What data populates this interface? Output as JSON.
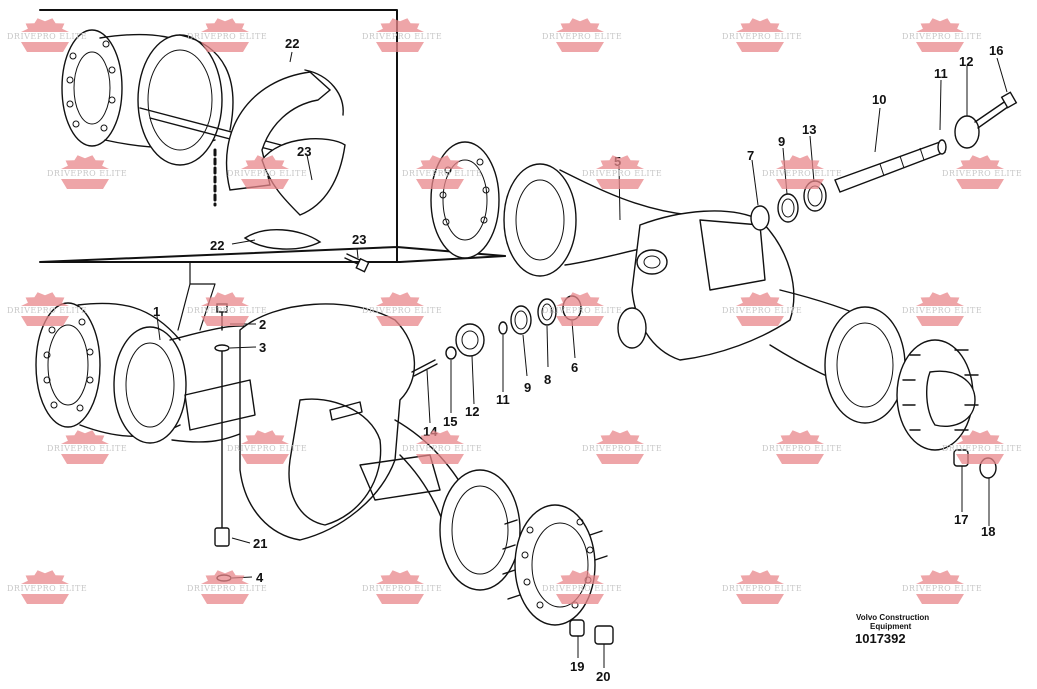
{
  "watermark": {
    "text": "DRIVEPRO ELITE",
    "color": "#e8878b"
  },
  "callouts": [
    {
      "id": "1",
      "text": "1",
      "color": "#111111"
    },
    {
      "id": "2",
      "text": "2",
      "color": "#111111"
    },
    {
      "id": "3",
      "text": "3",
      "color": "#111111"
    },
    {
      "id": "4",
      "text": "4",
      "color": "#808080"
    },
    {
      "id": "5",
      "text": "5",
      "color": "#808080"
    },
    {
      "id": "6",
      "text": "6",
      "color": "#111111"
    },
    {
      "id": "7",
      "text": "7",
      "color": "#111111"
    },
    {
      "id": "8",
      "text": "8",
      "color": "#111111"
    },
    {
      "id": "9a",
      "text": "9",
      "color": "#111111"
    },
    {
      "id": "9b",
      "text": "9",
      "color": "#111111"
    },
    {
      "id": "10",
      "text": "10",
      "color": "#111111"
    },
    {
      "id": "11a",
      "text": "11",
      "color": "#111111"
    },
    {
      "id": "11b",
      "text": "11",
      "color": "#111111"
    },
    {
      "id": "12a",
      "text": "12",
      "color": "#808080"
    },
    {
      "id": "12b",
      "text": "12",
      "color": "#111111"
    },
    {
      "id": "13",
      "text": "13",
      "color": "#111111"
    },
    {
      "id": "14",
      "text": "14",
      "color": "#111111"
    },
    {
      "id": "15",
      "text": "15",
      "color": "#808080"
    },
    {
      "id": "16",
      "text": "16",
      "color": "#111111"
    },
    {
      "id": "17",
      "text": "17",
      "color": "#111111"
    },
    {
      "id": "18",
      "text": "18",
      "color": "#111111"
    },
    {
      "id": "19",
      "text": "19",
      "color": "#111111"
    },
    {
      "id": "20",
      "text": "20",
      "color": "#111111"
    },
    {
      "id": "21",
      "text": "21",
      "color": "#111111"
    },
    {
      "id": "22a",
      "text": "22",
      "color": "#111111"
    },
    {
      "id": "22b",
      "text": "22",
      "color": "#111111"
    },
    {
      "id": "23a",
      "text": "23",
      "color": "#111111"
    },
    {
      "id": "23b",
      "text": "23",
      "color": "#111111"
    }
  ],
  "caption": {
    "line1": "Volvo Construction",
    "line2": "Equipment",
    "number": "1017392"
  }
}
